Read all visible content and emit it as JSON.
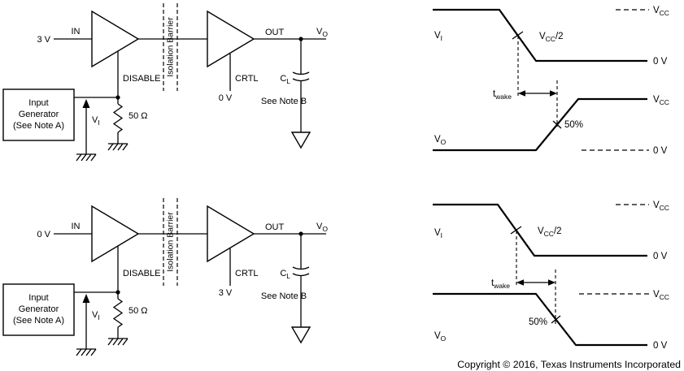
{
  "copyright": "Copyright © 2016, Texas Instruments Incorporated",
  "labels": {
    "in": "IN",
    "out": "OUT",
    "disable": "DISABLE",
    "ctrl": "CRTL",
    "isolation_barrier": "Isolation Barrier",
    "see_note_b": "See Note B",
    "resistor": "50 Ω",
    "zero_v": "0 V",
    "pct50": "50%",
    "generator": {
      "line1": "Input",
      "line2": "Generator",
      "line3": "(See Note A)"
    }
  },
  "sym": {
    "vi": {
      "b": "V",
      "s": "I"
    },
    "vo": {
      "b": "V",
      "s": "O"
    },
    "vcc": {
      "b": "V",
      "s": "CC"
    },
    "vcc_half": {
      "b": "V",
      "s": "CC",
      "x": "/2"
    },
    "cl": {
      "b": "C",
      "s": "L"
    },
    "twake": {
      "b": "t",
      "s": "wake"
    }
  },
  "circuit_top": {
    "input_voltage": "3 V",
    "ctrl_voltage": "0 V"
  },
  "circuit_bottom": {
    "input_voltage": "0 V",
    "ctrl_voltage": "3 V"
  }
}
